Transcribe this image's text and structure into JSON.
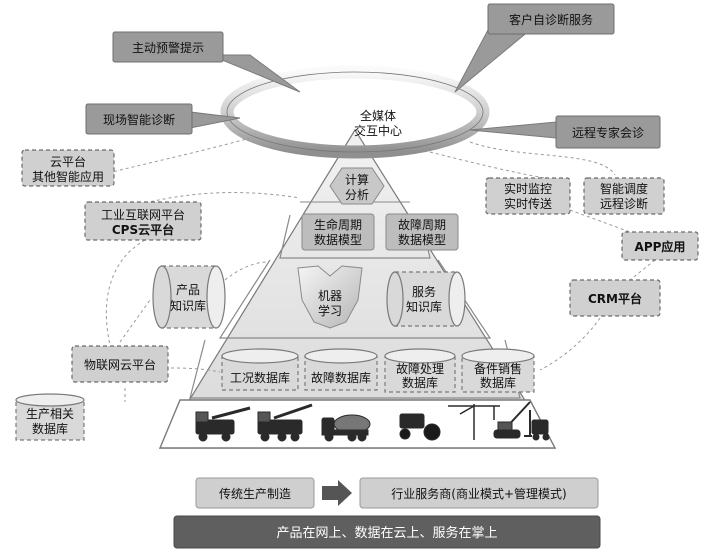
{
  "callouts": {
    "proactive_warning": "主动预警提示",
    "customer_self_diagnosis": "客户自诊断服务",
    "onsite_diagnosis": "现场智能诊断",
    "remote_consultation": "远程专家会诊"
  },
  "center_hub": {
    "line1": "全媒体",
    "line2": "交互中心"
  },
  "pyramid": {
    "compute_line1": "计算",
    "compute_line2": "分析",
    "lifecycle_line1": "生命周期",
    "lifecycle_line2": "数据模型",
    "fault_cycle_line1": "故障周期",
    "fault_cycle_line2": "数据模型",
    "ml_line1": "机器",
    "ml_line2": "学习",
    "service_kb_line1": "服务",
    "service_kb_line2": "知识库",
    "databases": [
      {
        "line1": "工况数据库",
        "line2": ""
      },
      {
        "line1": "故障数据库",
        "line2": ""
      },
      {
        "line1": "故障处理",
        "line2": "数据库"
      },
      {
        "line1": "备件销售",
        "line2": "数据库"
      }
    ]
  },
  "left_side": {
    "cloud_other_line1": "云平台",
    "cloud_other_line2": "其他智能应用",
    "iiot_line1": "工业互联网平台",
    "iiot_line2": "CPS云平台",
    "product_kb_line1": "产品",
    "product_kb_line2": "知识库",
    "iot_cloud": "物联网云平台",
    "production_db_line1": "生产相关",
    "production_db_line2": "数据库"
  },
  "right_side": {
    "realtime_line1": "实时监控",
    "realtime_line2": "实时传送",
    "smart_dispatch_line1": "智能调度",
    "smart_dispatch_line2": "远程诊断",
    "app": "APP应用",
    "crm": "CRM平台"
  },
  "bottom": {
    "traditional": "传统生产制造",
    "service_provider": "行业服务商(商业模式+管理模式)",
    "slogan": "产品在网上、数据在云上、服务在掌上"
  },
  "machines": [
    "concrete-pump-truck",
    "crane-truck",
    "mixer-truck",
    "tractor",
    "tower-crane",
    "crawler-crane",
    "forklift"
  ]
}
